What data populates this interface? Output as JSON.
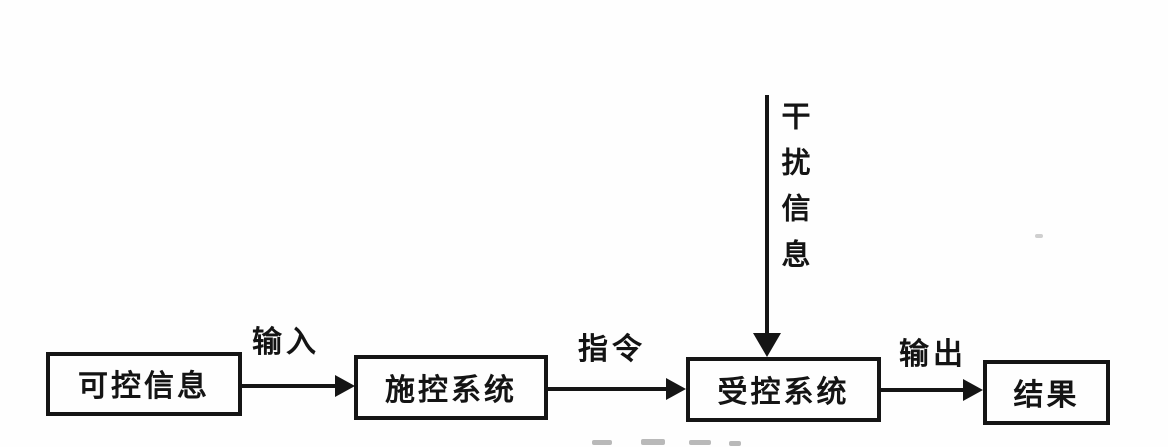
{
  "diagram": {
    "type": "flowchart",
    "background_color": "#fefefe",
    "ink_color": "#151515",
    "nodes": [
      {
        "id": "controllable-info",
        "label": "可控信息"
      },
      {
        "id": "controlling-system",
        "label": "施控系统"
      },
      {
        "id": "controlled-system",
        "label": "受控系统"
      },
      {
        "id": "result",
        "label": "结果"
      }
    ],
    "edges": [
      {
        "from": "controllable-info",
        "to": "controlling-system",
        "label": "输入"
      },
      {
        "from": "controlling-system",
        "to": "controlled-system",
        "label": "指令"
      },
      {
        "from": "controlled-system",
        "to": "result",
        "label": "输出"
      }
    ],
    "disturbance": {
      "label": "干扰信息",
      "target": "controlled-system",
      "direction": "down"
    }
  }
}
